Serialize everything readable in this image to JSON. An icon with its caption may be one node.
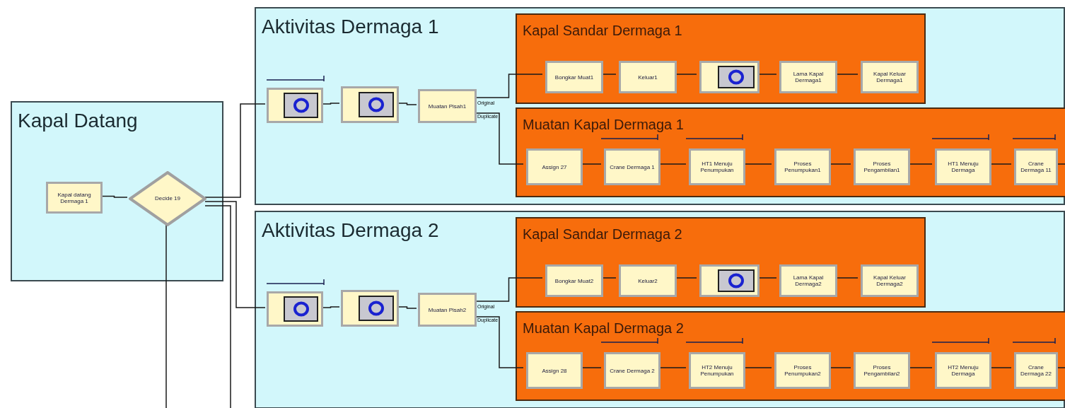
{
  "diagram": {
    "nodes": [
      {
        "text": [
          "Kapal Datang"
        ]
      },
      {
        "text": [
          "Kapal datang Dermaga 1"
        ],
        "in": 0
      },
      {
        "text": [
          "Decide 19"
        ],
        "in": 0
      },
      {
        "text": [
          "Aktivitas Dermaga 1"
        ]
      },
      {
        "text": [],
        "shape": "box",
        "in": 3
      },
      {
        "text": [],
        "shape": "box",
        "in": 3
      },
      {
        "text": [
          "Muatan Pisah1"
        ],
        "in": 3
      },
      {
        "text": [
          "Kapal Sandar Dermaga 1"
        ],
        "in": 3
      },
      {
        "text": [
          "Bongkar Muat1"
        ],
        "in": 7
      },
      {
        "text": [
          "Keluar1"
        ],
        "in": 7
      },
      {
        "text": [],
        "shape": "box",
        "in": 7
      },
      {
        "text": [
          "Lama Kapal Dermaga1"
        ],
        "in": 7
      },
      {
        "text": [
          "Kapal Keluar Dermaga1"
        ],
        "in": 7
      },
      {
        "text": [
          "Muatan Kapal Dermaga 1"
        ],
        "in": 3
      },
      {
        "text": [
          "Assign 27"
        ],
        "in": 13
      },
      {
        "text": [
          "Crane Dermaga 1"
        ],
        "in": 13
      },
      {
        "text": [
          "HT1 Menuju Penumpukan"
        ],
        "in": 13
      },
      {
        "text": [
          "Proses Penumpukan1"
        ],
        "in": 13
      },
      {
        "text": [
          "Proses Pengambilan1"
        ],
        "in": 13
      },
      {
        "text": [
          "HT1 Menuju Dermaga"
        ],
        "in": 13
      },
      {
        "text": [
          "Crane Dermaga 11"
        ],
        "in": 13
      },
      {
        "text": [
          "Aktivitas Dermaga 2"
        ]
      },
      {
        "text": [],
        "shape": "box",
        "in": 21
      },
      {
        "text": [],
        "shape": "box",
        "in": 21
      },
      {
        "text": [
          "Muatan Pisah2"
        ],
        "in": 21
      },
      {
        "text": [
          "Kapal Sandar Dermaga 2"
        ],
        "in": 21
      },
      {
        "text": [
          "Bongkar Muat2"
        ],
        "in": 25
      },
      {
        "text": [
          "Keluar2"
        ],
        "in": 25
      },
      {
        "text": [],
        "shape": "box",
        "in": 25
      },
      {
        "text": [
          "Lama Kapal Dermaga2"
        ],
        "in": 25
      },
      {
        "text": [
          "Kapal Keluar Dermaga2"
        ],
        "in": 25
      },
      {
        "text": [
          "Muatan Kapal Dermaga 2"
        ],
        "in": 21
      },
      {
        "text": [
          "Assign 28"
        ],
        "in": 31
      },
      {
        "text": [
          "Crane Dermaga 2"
        ],
        "in": 31
      },
      {
        "text": [
          "HT2 Menuju Penumpukan"
        ],
        "in": 31
      },
      {
        "text": [
          "Proses Penumpukan2"
        ],
        "in": 31
      },
      {
        "text": [
          "Proses Pengambilan2"
        ],
        "in": 31
      },
      {
        "text": [
          "HT2 Menuju Dermaga"
        ],
        "in": 31
      },
      {
        "text": [
          "Crane Dermaga 22"
        ],
        "in": 31
      }
    ],
    "edges": [
      {
        "from": 1,
        "to": 2,
        "arrow": "none"
      },
      {
        "from": 2,
        "to": 4,
        "arrow": "none"
      },
      {
        "from": 2,
        "to": 22,
        "arrow": "none"
      },
      {
        "from": 2,
        "to": null,
        "arrow": "none"
      },
      {
        "from": 2,
        "to": null,
        "arrow": "none"
      },
      {
        "from": 4,
        "to": 5,
        "arrow": "none"
      },
      {
        "from": 5,
        "to": 6,
        "arrow": "none"
      },
      {
        "from": 6,
        "to": 8,
        "arrow": "none",
        "label": "Original"
      },
      {
        "from": 6,
        "to": 14,
        "arrow": "none",
        "label": "Duplicate"
      },
      {
        "from": 8,
        "to": 9,
        "arrow": "none"
      },
      {
        "from": 9,
        "to": 10,
        "arrow": "none"
      },
      {
        "from": 10,
        "to": 11,
        "arrow": "none"
      },
      {
        "from": 11,
        "to": 12,
        "arrow": "none"
      },
      {
        "from": 14,
        "to": 15,
        "arrow": "none"
      },
      {
        "from": 15,
        "to": 16,
        "arrow": "none"
      },
      {
        "from": 16,
        "to": 17,
        "arrow": "none"
      },
      {
        "from": 17,
        "to": 18,
        "arrow": "none"
      },
      {
        "from": 18,
        "to": 19,
        "arrow": "none"
      },
      {
        "from": 19,
        "to": 20,
        "arrow": "none"
      },
      {
        "from": 20,
        "to": null,
        "arrow": "none"
      },
      {
        "from": 22,
        "to": 23,
        "arrow": "none"
      },
      {
        "from": 23,
        "to": 24,
        "arrow": "none"
      },
      {
        "from": 24,
        "to": 26,
        "arrow": "none",
        "label": "Original"
      },
      {
        "from": 24,
        "to": 32,
        "arrow": "none",
        "label": "Duplicate"
      },
      {
        "from": 26,
        "to": 27,
        "arrow": "none"
      },
      {
        "from": 27,
        "to": 28,
        "arrow": "none"
      },
      {
        "from": 28,
        "to": 29,
        "arrow": "none"
      },
      {
        "from": 29,
        "to": 30,
        "arrow": "none"
      },
      {
        "from": 32,
        "to": 33,
        "arrow": "none"
      },
      {
        "from": 33,
        "to": 34,
        "arrow": "none"
      },
      {
        "from": 34,
        "to": 35,
        "arrow": "none"
      },
      {
        "from": 35,
        "to": 36,
        "arrow": "none"
      },
      {
        "from": 36,
        "to": 37,
        "arrow": "none"
      },
      {
        "from": 37,
        "to": 38,
        "arrow": "none"
      },
      {
        "from": 38,
        "to": null,
        "arrow": "none"
      }
    ]
  }
}
